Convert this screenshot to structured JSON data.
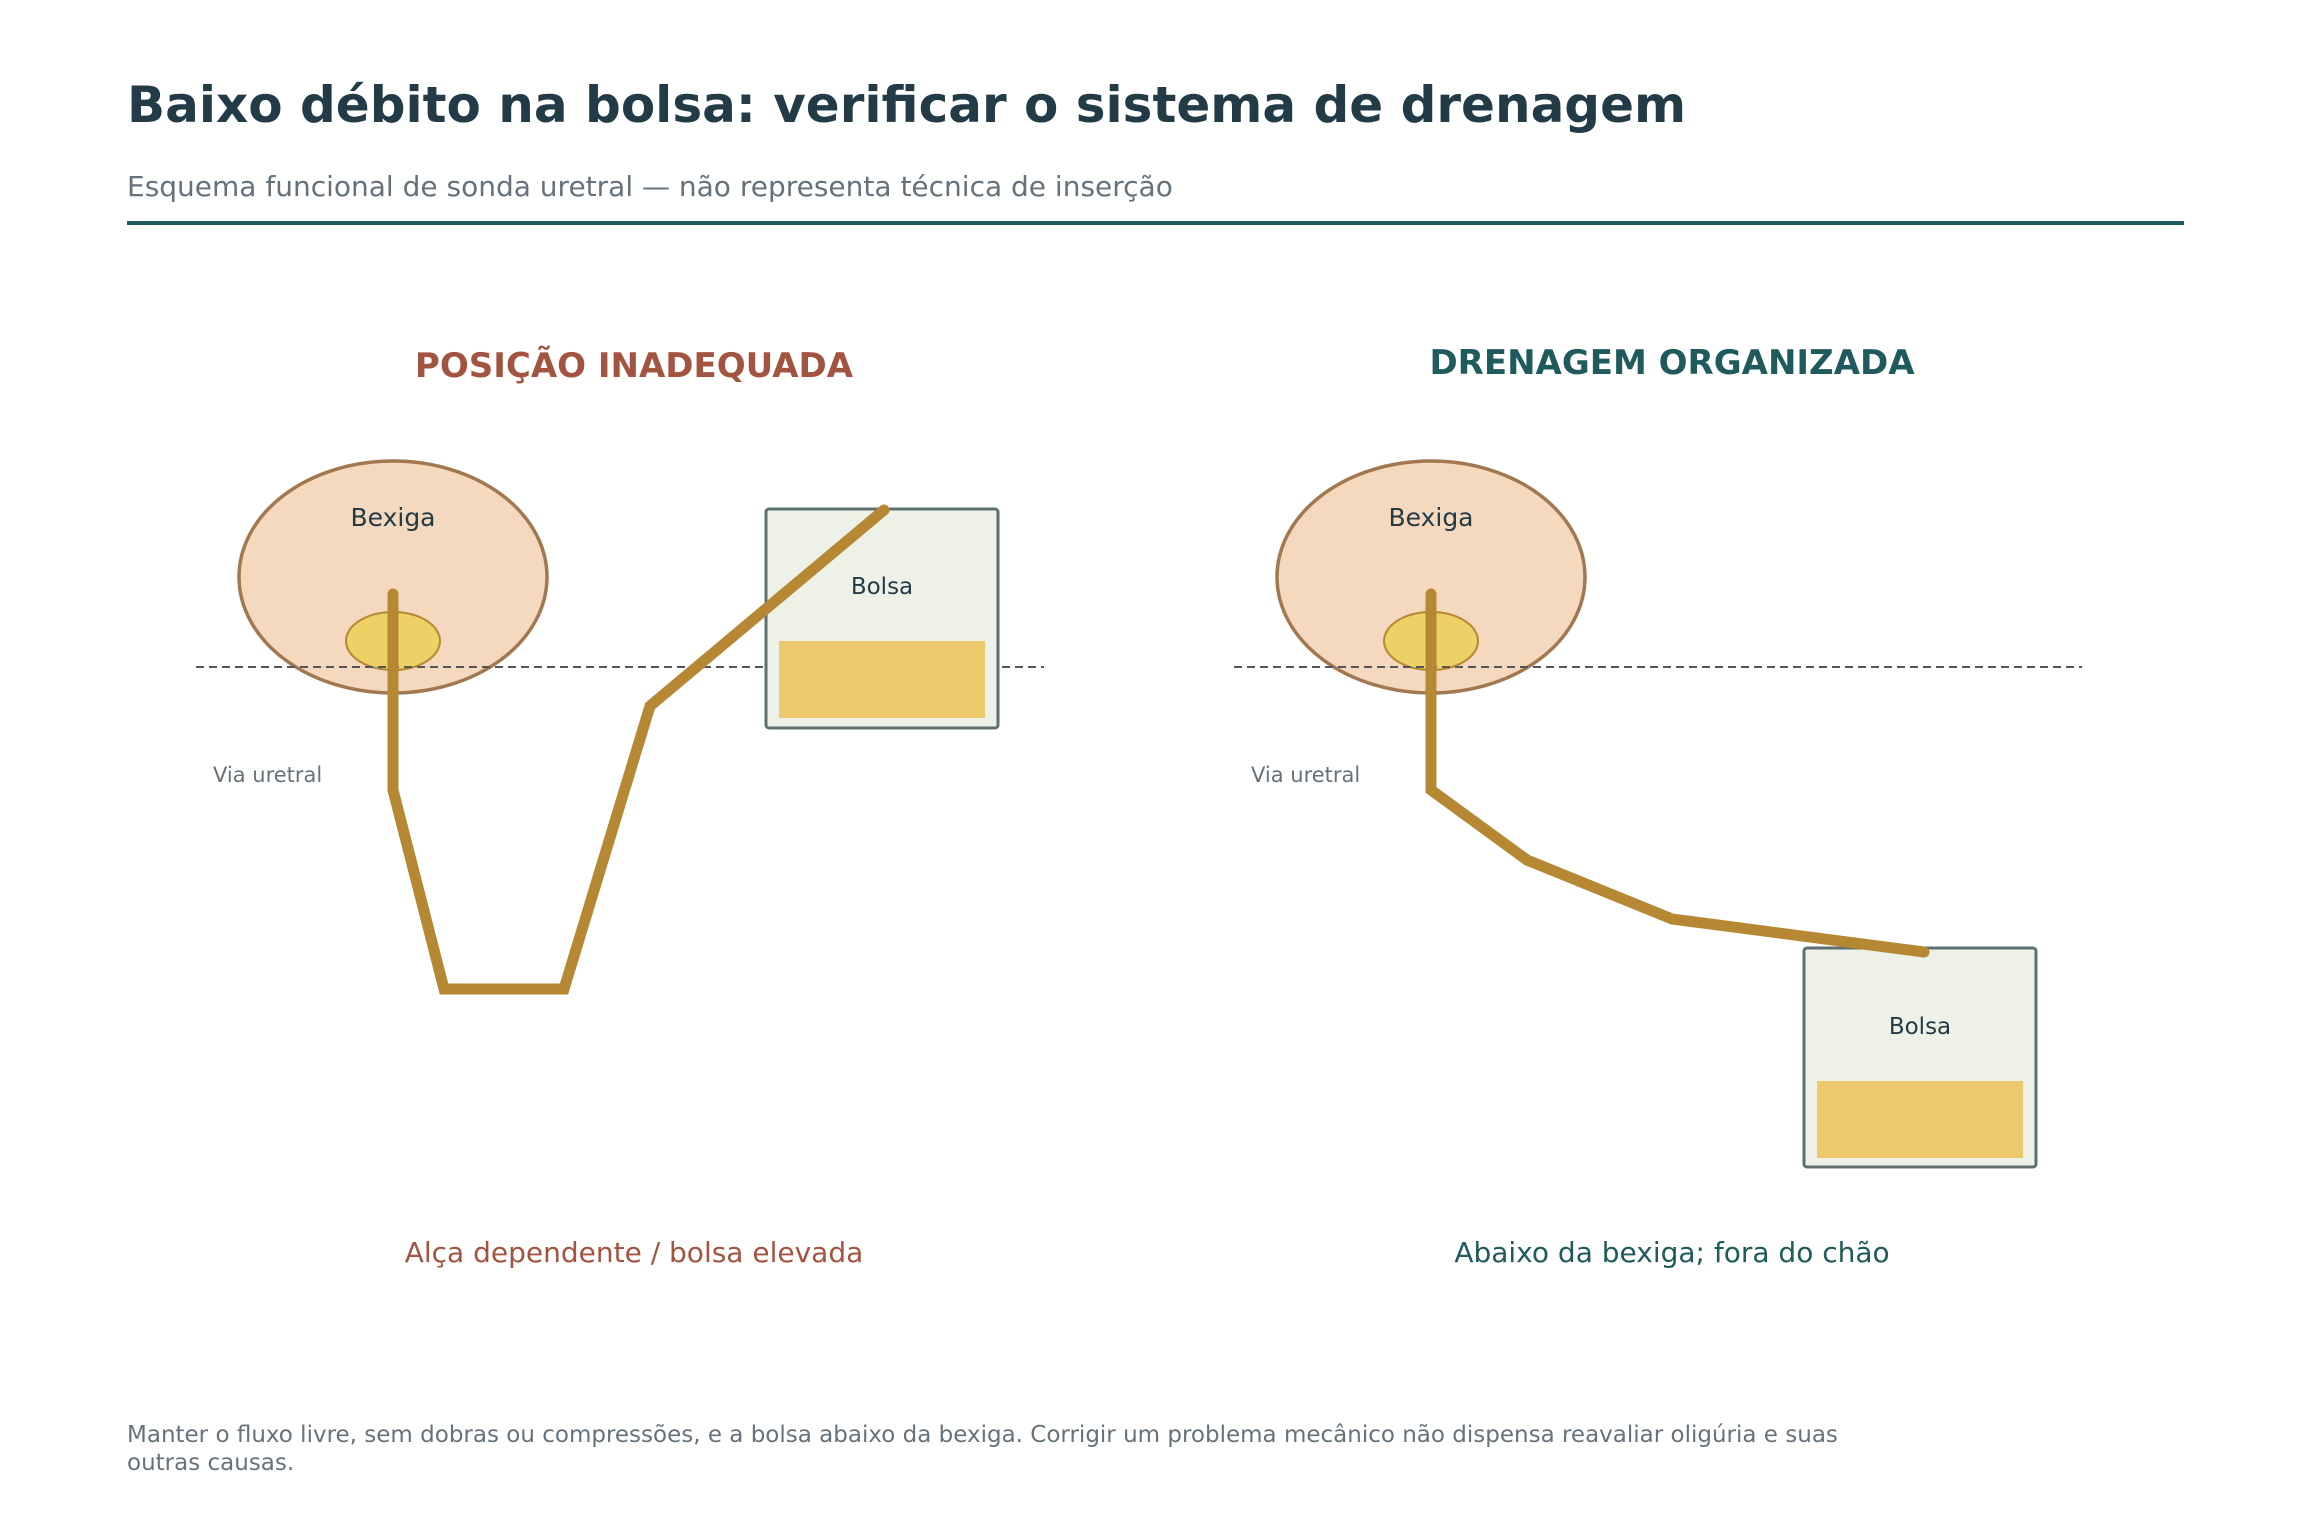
{
  "header": {
    "title": "Baixo débito na bolsa: verificar o sistema de drenagem",
    "subtitle": "Esquema funcional de sonda uretral — não representa técnica de inserção"
  },
  "panels": [
    {
      "heading": "POSIÇÃO INADEQUADA",
      "bladder_label": "Bexiga",
      "bag_label": "Bolsa",
      "urethra_label": "Via uretral",
      "caption": "Alça dependente / bolsa elevada",
      "accent_color": "#a35441"
    },
    {
      "heading": "DRENAGEM ORGANIZADA",
      "bladder_label": "Bexiga",
      "bag_label": "Bolsa",
      "urethra_label": "Via uretral",
      "caption": "Abaixo da bexiga; fora do chão",
      "accent_color": "#1f5a5c"
    }
  ],
  "footnote": "Manter o fluxo livre, sem dobras ou compressões, e a bolsa abaixo da bexiga. Corrigir um problema mecânico não dispensa reavaliar oligúria e suas outras causas.",
  "colors": {
    "title": "#223b47",
    "muted": "#66727b",
    "rule": "#1f5a5c",
    "bladder_fill": "#f5d9bf",
    "bladder_stroke": "#a27850",
    "urine": "#edc96d",
    "balloon": "#edd066",
    "tube": "#b68833",
    "bag_fill": "#eef1e8",
    "bag_stroke": "#5f7070"
  }
}
